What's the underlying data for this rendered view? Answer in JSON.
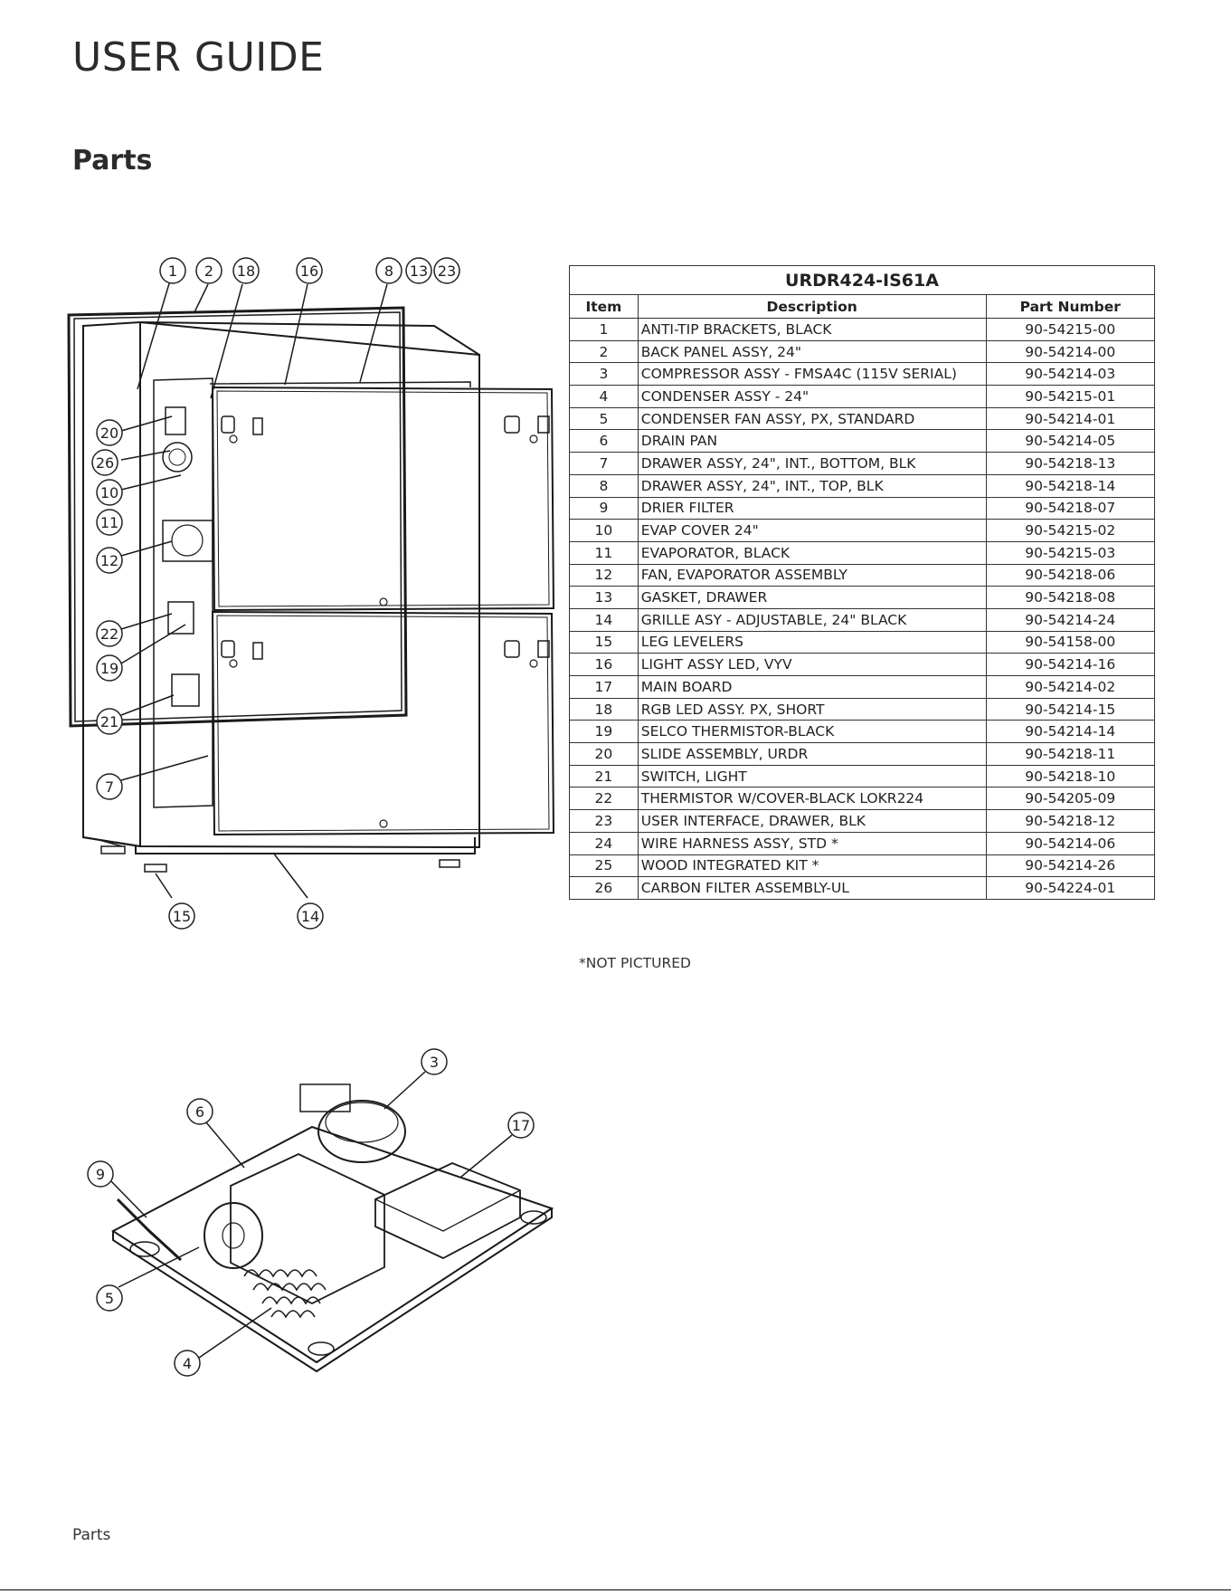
{
  "header": {
    "title": "USER GUIDE"
  },
  "section": {
    "title": "Parts"
  },
  "diagram_top": {
    "callouts": [
      "1",
      "2",
      "18",
      "16",
      "8",
      "13",
      "23",
      "20",
      "26",
      "10",
      "11",
      "12",
      "22",
      "19",
      "21",
      "7",
      "15",
      "14"
    ]
  },
  "diagram_bottom": {
    "callouts": [
      "3",
      "6",
      "17",
      "9",
      "5",
      "4"
    ]
  },
  "parts_table": {
    "model": "URDR424-IS61A",
    "headers": {
      "item": "Item",
      "description": "Description",
      "part_number": "Part Number"
    },
    "rows": [
      {
        "item": "1",
        "description": "ANTI-TIP BRACKETS, BLACK",
        "part_number": "90-54215-00"
      },
      {
        "item": "2",
        "description": "BACK PANEL ASSY, 24\"",
        "part_number": "90-54214-00"
      },
      {
        "item": "3",
        "description": "COMPRESSOR ASSY - FMSA4C (115V SERIAL)",
        "part_number": "90-54214-03"
      },
      {
        "item": "4",
        "description": "CONDENSER ASSY - 24\"",
        "part_number": "90-54215-01"
      },
      {
        "item": "5",
        "description": "CONDENSER FAN ASSY, PX, STANDARD",
        "part_number": "90-54214-01"
      },
      {
        "item": "6",
        "description": "DRAIN PAN",
        "part_number": "90-54214-05"
      },
      {
        "item": "7",
        "description": "DRAWER ASSY, 24\", INT., BOTTOM, BLK",
        "part_number": "90-54218-13"
      },
      {
        "item": "8",
        "description": "DRAWER ASSY, 24\", INT., TOP, BLK",
        "part_number": "90-54218-14"
      },
      {
        "item": "9",
        "description": "DRIER FILTER",
        "part_number": "90-54218-07"
      },
      {
        "item": "10",
        "description": "EVAP COVER 24\"",
        "part_number": "90-54215-02"
      },
      {
        "item": "11",
        "description": "EVAPORATOR, BLACK",
        "part_number": "90-54215-03"
      },
      {
        "item": "12",
        "description": "FAN, EVAPORATOR ASSEMBLY",
        "part_number": "90-54218-06"
      },
      {
        "item": "13",
        "description": "GASKET, DRAWER",
        "part_number": "90-54218-08"
      },
      {
        "item": "14",
        "description": "GRILLE ASY - ADJUSTABLE, 24\" BLACK",
        "part_number": "90-54214-24"
      },
      {
        "item": "15",
        "description": "LEG LEVELERS",
        "part_number": "90-54158-00"
      },
      {
        "item": "16",
        "description": "LIGHT ASSY LED, VYV",
        "part_number": "90-54214-16"
      },
      {
        "item": "17",
        "description": "MAIN BOARD",
        "part_number": "90-54214-02"
      },
      {
        "item": "18",
        "description": "RGB LED ASSY. PX, SHORT",
        "part_number": "90-54214-15"
      },
      {
        "item": "19",
        "description": "SELCO THERMISTOR-BLACK",
        "part_number": "90-54214-14"
      },
      {
        "item": "20",
        "description": "SLIDE ASSEMBLY, URDR",
        "part_number": "90-54218-11"
      },
      {
        "item": "21",
        "description": "SWITCH, LIGHT",
        "part_number": "90-54218-10"
      },
      {
        "item": "22",
        "description": "THERMISTOR W/COVER-BLACK LOKR224",
        "part_number": "90-54205-09"
      },
      {
        "item": "23",
        "description": "USER INTERFACE, DRAWER, BLK",
        "part_number": "90-54218-12"
      },
      {
        "item": "24",
        "description": "WIRE HARNESS ASSY, STD *",
        "part_number": "90-54214-06"
      },
      {
        "item": "25",
        "description": "WOOD INTEGRATED KIT *",
        "part_number": "90-54214-26"
      },
      {
        "item": "26",
        "description": "CARBON FILTER ASSEMBLY-UL",
        "part_number": "90-54224-01"
      }
    ],
    "footnote": "*NOT PICTURED"
  },
  "footer": {
    "label": "Parts"
  }
}
